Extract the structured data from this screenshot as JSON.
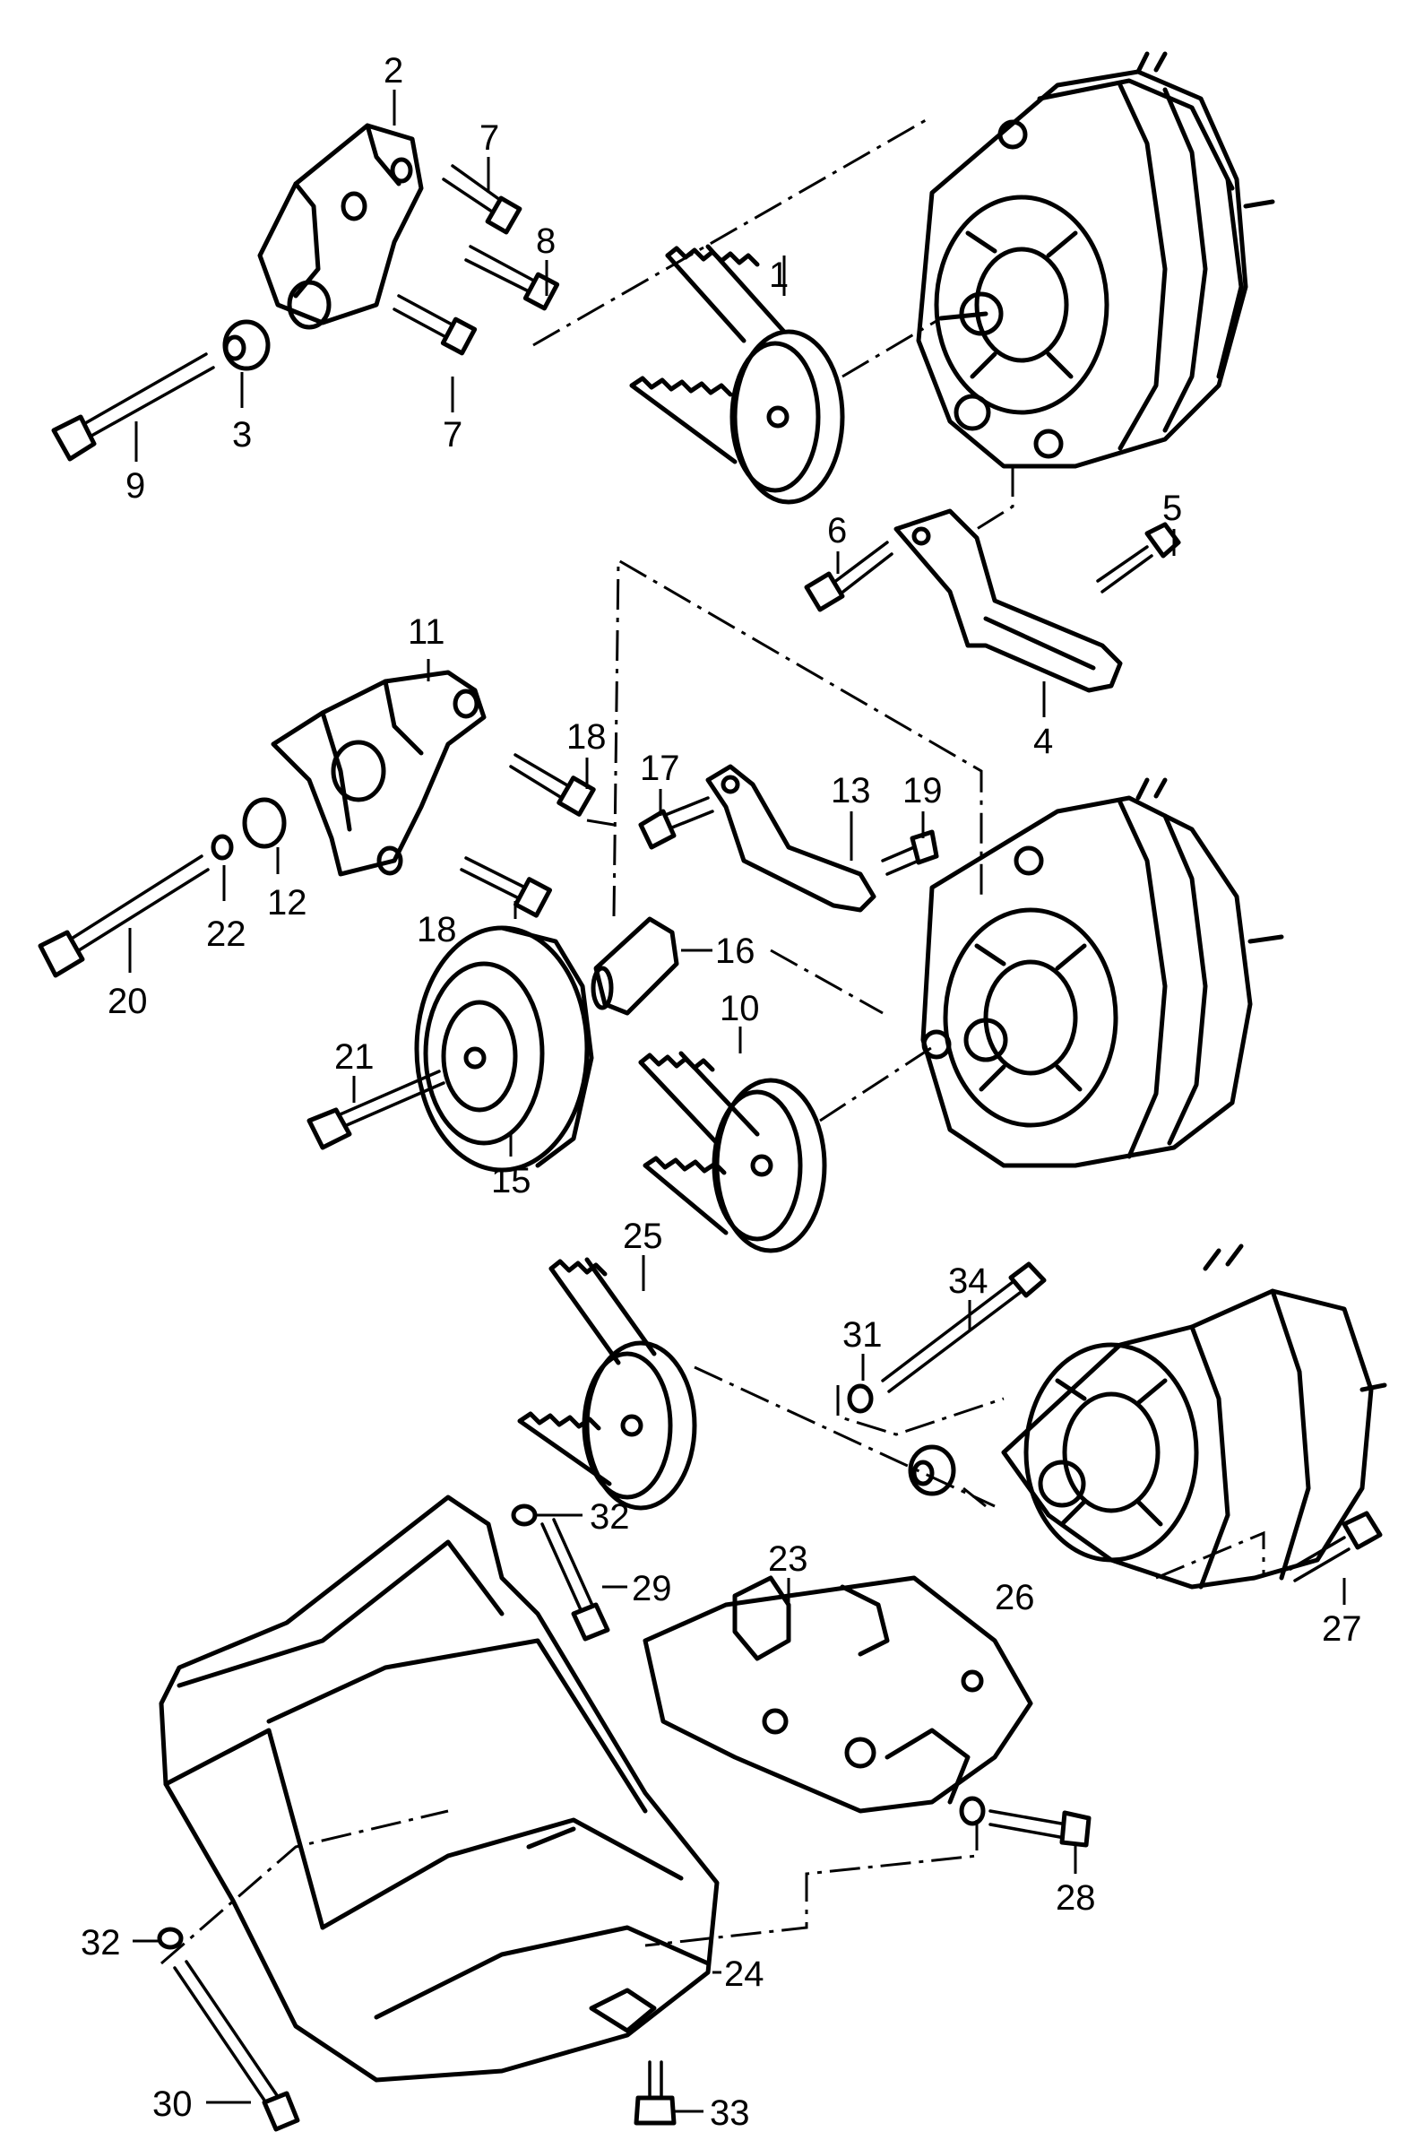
{
  "callouts": [
    {
      "id": "c1",
      "text": "1"
    },
    {
      "id": "c2",
      "text": "2"
    },
    {
      "id": "c3",
      "text": "3"
    },
    {
      "id": "c4",
      "text": "4"
    },
    {
      "id": "c5",
      "text": "5"
    },
    {
      "id": "c6",
      "text": "6"
    },
    {
      "id": "c7a",
      "text": "7"
    },
    {
      "id": "c7b",
      "text": "7"
    },
    {
      "id": "c8",
      "text": "8"
    },
    {
      "id": "c9",
      "text": "9"
    },
    {
      "id": "c10",
      "text": "10"
    },
    {
      "id": "c11",
      "text": "11"
    },
    {
      "id": "c12",
      "text": "12"
    },
    {
      "id": "c13",
      "text": "13"
    },
    {
      "id": "c15",
      "text": "15"
    },
    {
      "id": "c16",
      "text": "16"
    },
    {
      "id": "c17",
      "text": "17"
    },
    {
      "id": "c18a",
      "text": "18"
    },
    {
      "id": "c18b",
      "text": "18"
    },
    {
      "id": "c19",
      "text": "19"
    },
    {
      "id": "c20",
      "text": "20"
    },
    {
      "id": "c21",
      "text": "21"
    },
    {
      "id": "c22",
      "text": "22"
    },
    {
      "id": "c23",
      "text": "23"
    },
    {
      "id": "c24",
      "text": "24"
    },
    {
      "id": "c25",
      "text": "25"
    },
    {
      "id": "c26",
      "text": "26"
    },
    {
      "id": "c27",
      "text": "27"
    },
    {
      "id": "c28",
      "text": "28"
    },
    {
      "id": "c29",
      "text": "29"
    },
    {
      "id": "c30",
      "text": "30"
    },
    {
      "id": "c31",
      "text": "31"
    },
    {
      "id": "c32a",
      "text": "32"
    },
    {
      "id": "c32b",
      "text": "32"
    },
    {
      "id": "c33",
      "text": "33"
    },
    {
      "id": "c34",
      "text": "34"
    }
  ]
}
